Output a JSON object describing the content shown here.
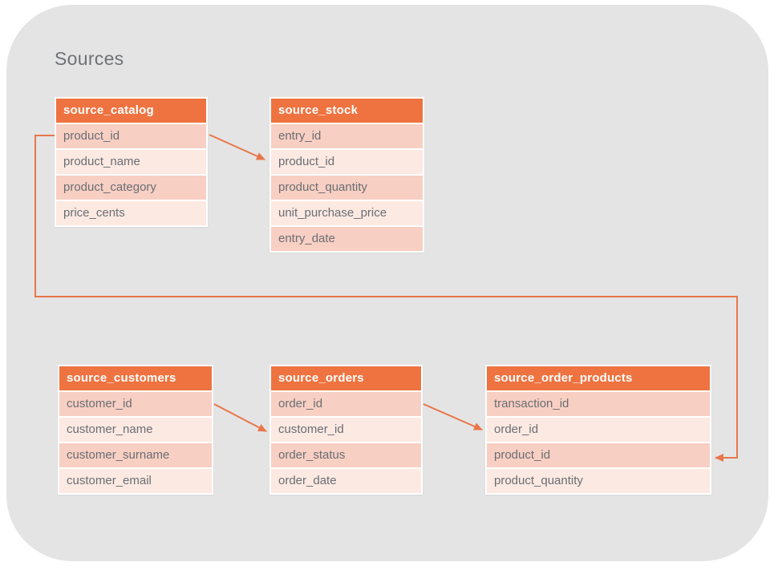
{
  "title": "Sources",
  "colors": {
    "canvas_background": "#E4E4E4",
    "table_header_background": "#EF7340",
    "table_header_text": "#FFFFFF",
    "row_dark": "#F8CFC3",
    "row_light": "#FCE9E2",
    "row_text": "#6A6E73",
    "arrow": "#E8764A",
    "title_text": "#6E7277"
  },
  "tables": [
    {
      "name": "source_catalog",
      "columns": [
        "product_id",
        "product_name",
        "product_category",
        "price_cents"
      ]
    },
    {
      "name": "source_stock",
      "columns": [
        "entry_id",
        "product_id",
        "product_quantity",
        "unit_purchase_price",
        "entry_date"
      ]
    },
    {
      "name": "source_customers",
      "columns": [
        "customer_id",
        "customer_name",
        "customer_surname",
        "customer_email"
      ]
    },
    {
      "name": "source_orders",
      "columns": [
        "order_id",
        "customer_id",
        "order_status",
        "order_date"
      ]
    },
    {
      "name": "source_order_products",
      "columns": [
        "transaction_id",
        "order_id",
        "product_id",
        "product_quantity"
      ]
    }
  ],
  "relationships": [
    {
      "from": "source_catalog.product_id",
      "to": "source_stock.product_id"
    },
    {
      "from": "source_catalog.product_id",
      "to": "source_order_products.product_id"
    },
    {
      "from": "source_customers.customer_id",
      "to": "source_orders.customer_id"
    },
    {
      "from": "source_orders.order_id",
      "to": "source_order_products.order_id"
    }
  ]
}
